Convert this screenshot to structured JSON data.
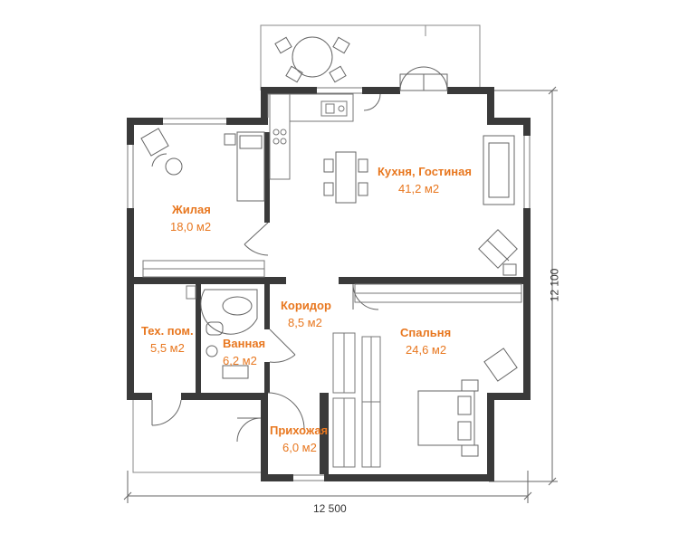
{
  "colors": {
    "wall": "#3a3a3a",
    "label": "#e8771f",
    "line": "#666666",
    "thin": "#999999"
  },
  "rooms": [
    {
      "id": "living-room",
      "name": "Жилая",
      "area": "18,0 м2"
    },
    {
      "id": "kitchen-living",
      "name": "Кухня, Гостиная",
      "area": "41,2 м2"
    },
    {
      "id": "corridor",
      "name": "Коридор",
      "area": "8,5 м2"
    },
    {
      "id": "technical-room",
      "name": "Тех. пом.",
      "area": "5,5 м2"
    },
    {
      "id": "bathroom",
      "name": "Ванная",
      "area": "6,2 м2"
    },
    {
      "id": "bedroom",
      "name": "Спальня",
      "area": "24,6 м2"
    },
    {
      "id": "hallway",
      "name": "Прихожая",
      "area": "6,0 м2"
    }
  ],
  "dimensions": {
    "width": "12 500",
    "height": "12 100"
  }
}
